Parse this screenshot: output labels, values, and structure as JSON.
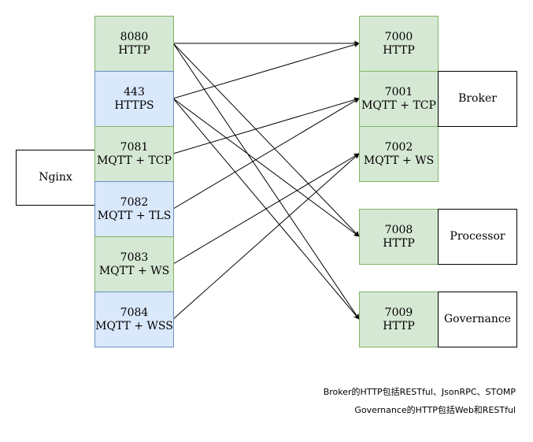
{
  "nginx": {
    "label": "Nginx"
  },
  "listen_ports": [
    {
      "port": "8080",
      "protocol": "HTTP"
    },
    {
      "port": "443",
      "protocol": "HTTPS"
    },
    {
      "port": "7081",
      "protocol": "MQTT + TCP"
    },
    {
      "port": "7082",
      "protocol": "MQTT + TLS"
    },
    {
      "port": "7083",
      "protocol": "MQTT + WS"
    },
    {
      "port": "7084",
      "protocol": "MQTT + WSS"
    }
  ],
  "backend_ports": [
    {
      "port": "7000",
      "protocol": "HTTP"
    },
    {
      "port": "7001",
      "protocol": "MQTT + TCP"
    },
    {
      "port": "7002",
      "protocol": "MQTT + WS"
    },
    {
      "port": "7008",
      "protocol": "HTTP"
    },
    {
      "port": "7009",
      "protocol": "HTTP"
    }
  ],
  "services": [
    {
      "label": "Broker"
    },
    {
      "label": "Processor"
    },
    {
      "label": "Governance"
    }
  ],
  "notes": [
    "Broker的HTTP包括RESTful、JsonRPC、STOMP",
    "Governance的HTTP包括Web和RESTful"
  ],
  "colors": {
    "http_fill": "#d5e8d4",
    "http_stroke": "#82b366",
    "tls_fill": "#dae8fc",
    "tls_stroke": "#6c8ebf"
  }
}
